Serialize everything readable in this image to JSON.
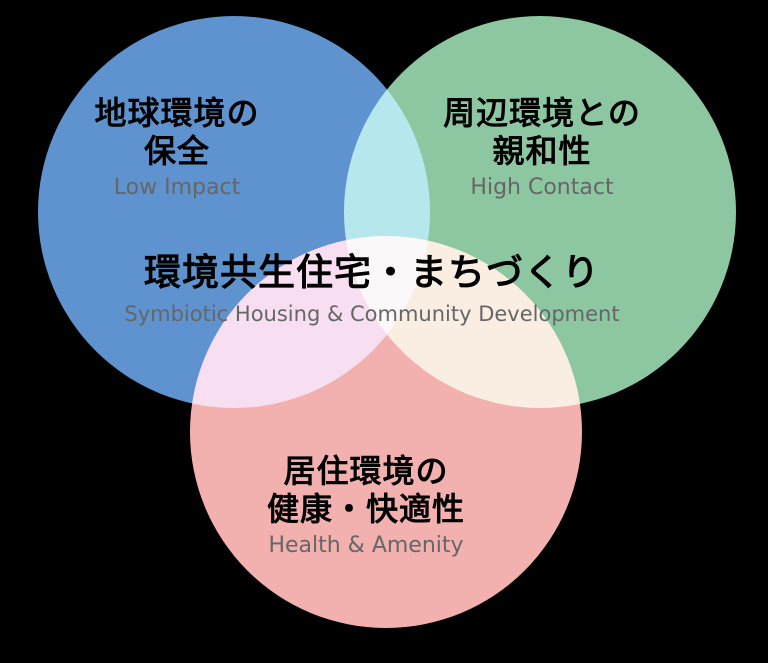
{
  "diagram": {
    "type": "venn",
    "background_color": "#000000",
    "center": {
      "title": "環境共生住宅・まちづくり",
      "subtitle": "Symbiotic Housing & Community Development"
    },
    "circles": [
      {
        "id": "global-environment",
        "title_line1": "地球環境の",
        "title_line2": "保全",
        "subtitle": "Low Impact",
        "color": "#5e93cf"
      },
      {
        "id": "surrounding-environment",
        "title_line1": "周辺環境との",
        "title_line2": "親和性",
        "subtitle": "High Contact",
        "color": "#8cc7a1"
      },
      {
        "id": "living-environment",
        "title_line1": "居住環境の",
        "title_line2": "健康・快適性",
        "subtitle": "Health & Amenity",
        "color": "#f2b1ae"
      }
    ],
    "text_colors": {
      "heading": "#000000",
      "subtitle": "#666666"
    }
  }
}
